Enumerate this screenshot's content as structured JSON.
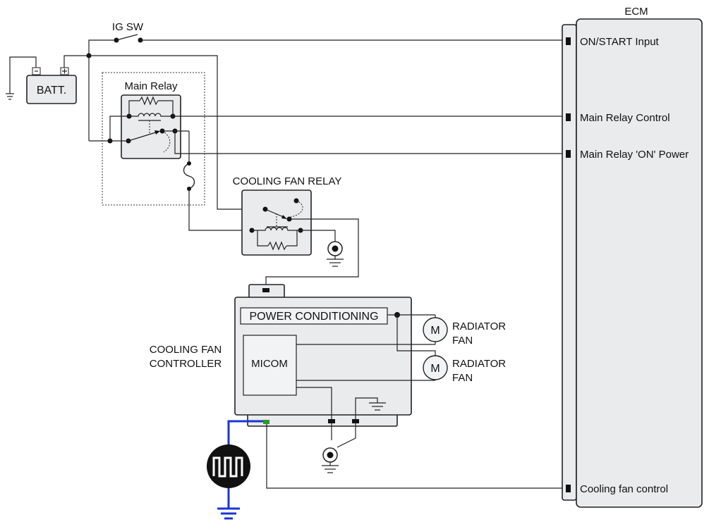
{
  "ecm": {
    "title": "ECM",
    "pins": {
      "on_start": "ON/START Input",
      "main_relay_control": "Main Relay Control",
      "main_relay_on_power": "Main Relay 'ON' Power",
      "cooling_fan_control": "Cooling fan control"
    }
  },
  "ig_sw": "IG SW",
  "battery": {
    "label": "BATT.",
    "neg": "-",
    "pos": "+"
  },
  "main_relay": "Main Relay",
  "cooling_fan_relay": "COOLING FAN RELAY",
  "controller": {
    "label_line1": "COOLING FAN",
    "label_line2": "CONTROLLER",
    "power_conditioning": "POWER CONDITIONING",
    "micom": "MICOM"
  },
  "fans": [
    {
      "motor": "M",
      "line1": "RADIATOR",
      "line2": "FAN"
    },
    {
      "motor": "M",
      "line1": "RADIATOR",
      "line2": "FAN"
    }
  ],
  "colors": {
    "ground_wire": "#1a35d6",
    "connector": "#2a9a2a",
    "box_fill": "#e9ebec"
  }
}
